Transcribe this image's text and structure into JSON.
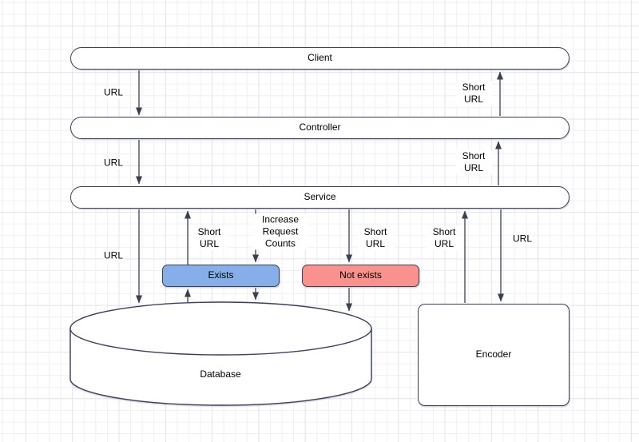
{
  "diagram": {
    "nodes": {
      "client": {
        "label": "Client"
      },
      "controller": {
        "label": "Controller"
      },
      "service": {
        "label": "Service"
      },
      "exists": {
        "label": "Exists",
        "fill": "#86AEE8"
      },
      "not_exists": {
        "label": "Not exists",
        "fill": "#F9928C"
      },
      "database": {
        "label": "Database"
      },
      "encoder": {
        "label": "Encoder"
      }
    },
    "edges": {
      "client_to_controller": {
        "label": "URL"
      },
      "controller_to_client": {
        "label": "Short URL"
      },
      "controller_to_service": {
        "label": "URL"
      },
      "service_to_controller": {
        "label": "Short URL"
      },
      "service_to_database": {
        "label": "URL"
      },
      "exists_to_service": {
        "label": "Short URL"
      },
      "service_to_exists": {
        "label": "Increase Request Counts"
      },
      "service_to_not_exists": {
        "label": "Short URL"
      },
      "encoder_to_service": {
        "label": "Short URL"
      },
      "service_to_encoder": {
        "label": "URL"
      }
    },
    "colors": {
      "shape_stroke": "#39405e",
      "arrow": "#3b4050",
      "exists_fill": "#86AEE8",
      "not_exists_fill": "#F9928C",
      "grid_minor": "#f0f0f4",
      "grid_major": "#e4e5ec",
      "label_text": "#000000"
    }
  }
}
